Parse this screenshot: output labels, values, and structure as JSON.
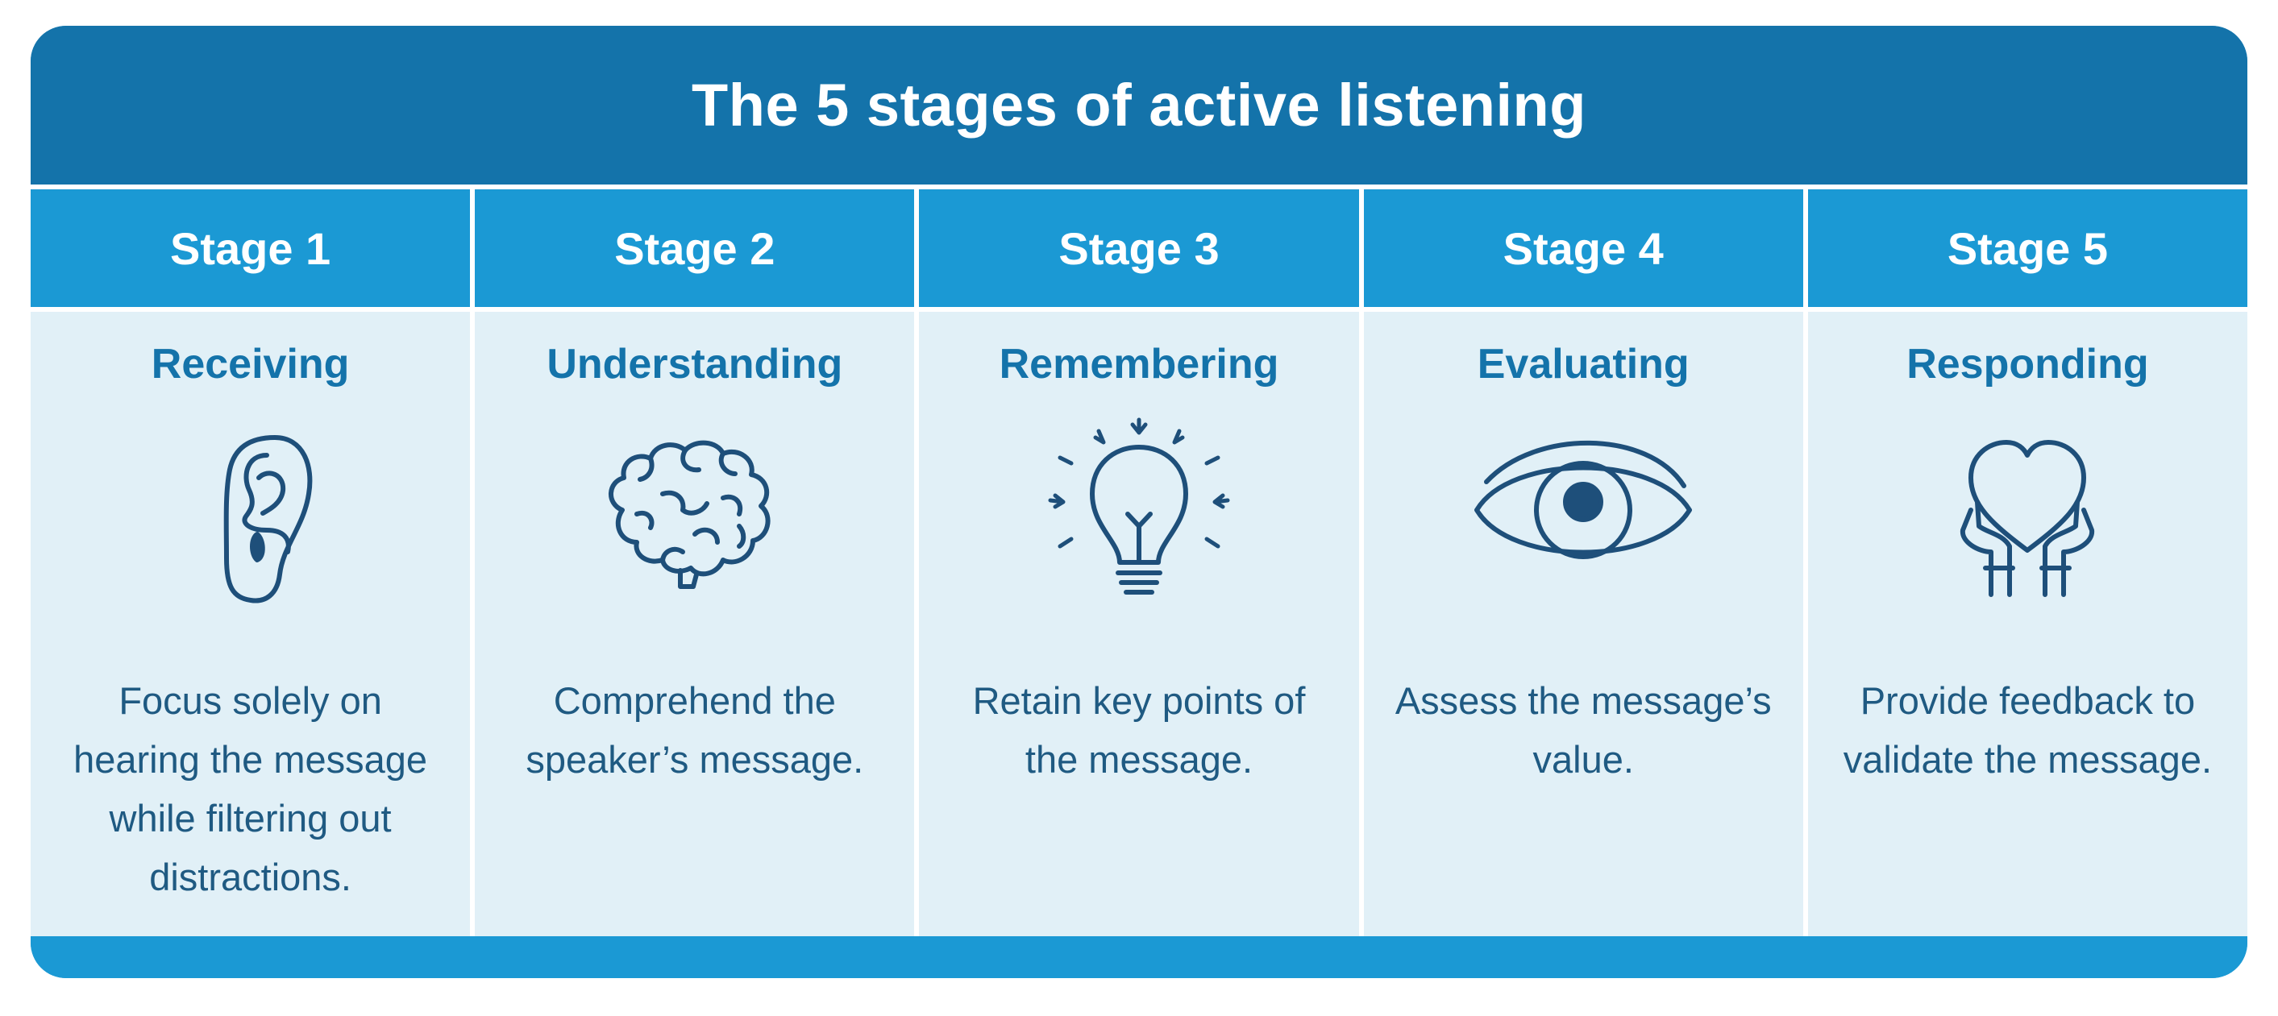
{
  "title": "The 5 stages of active listening",
  "colors": {
    "title_bar": "#1473aa",
    "stage_header": "#1b99d4",
    "panel_bg": "#e1f0f7",
    "stage_name": "#1473aa",
    "icon_stroke": "#1e4f7a",
    "text": "#1f5a82"
  },
  "stages": [
    {
      "header": "Stage 1",
      "name": "Receiving",
      "icon": "ear-icon",
      "description": "Focus solely on hearing the message while filtering out distractions."
    },
    {
      "header": "Stage 2",
      "name": "Understanding",
      "icon": "brain-icon",
      "description": "Comprehend the speaker’s message."
    },
    {
      "header": "Stage 3",
      "name": "Remembering",
      "icon": "lightbulb-icon",
      "description": "Retain key points of the message."
    },
    {
      "header": "Stage 4",
      "name": "Evaluating",
      "icon": "eye-icon",
      "description": "Assess the message’s value."
    },
    {
      "header": "Stage 5",
      "name": "Responding",
      "icon": "heart-in-hands-icon",
      "description": "Provide feedback to validate the message."
    }
  ]
}
